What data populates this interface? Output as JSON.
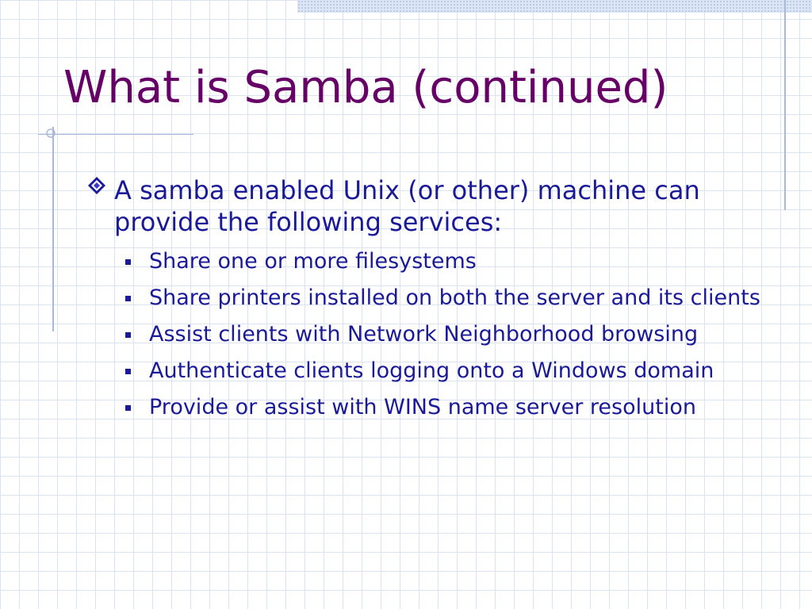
{
  "slide": {
    "title": "What is Samba (continued)",
    "main_bullet": "A samba enabled Unix (or other) machine can provide the following services:",
    "sub_bullets": [
      "Share one or more filesystems",
      "Share printers installed on both the server and its clients",
      "Assist clients with Network Neighborhood browsing",
      "Authenticate clients logging onto a Windows domain",
      "Provide or assist with WINS name server resolution"
    ]
  },
  "icons": {
    "main_bullet": "diamond-bullet-icon",
    "sub_bullet": "square-bullet-icon",
    "corner": "crosshair-corner-icon"
  },
  "colors": {
    "title": "#660066",
    "body_text": "#1a1a99",
    "grid": "#dce3f0",
    "accent_rule": "#a9b9dc"
  }
}
